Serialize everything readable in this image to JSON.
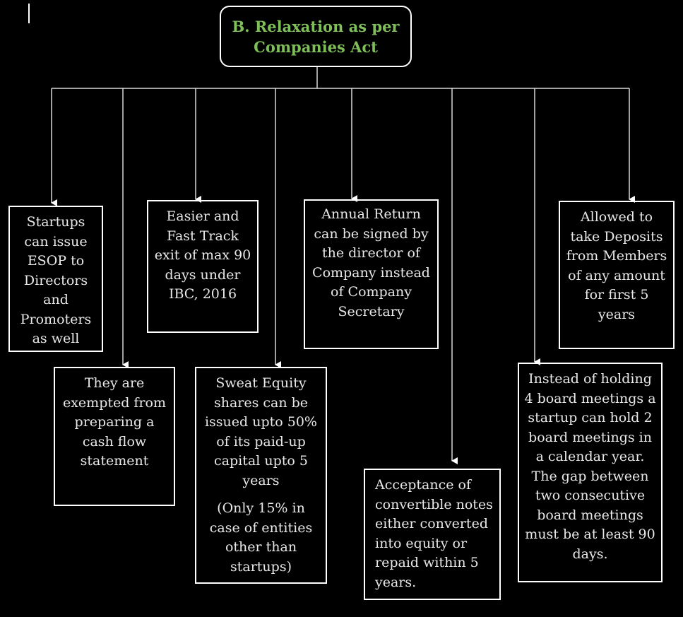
{
  "root": {
    "title": "B. Relaxation as per Companies Act"
  },
  "boxes": {
    "esop": "Startups can issue ESOP to Directors and Promoters as well",
    "cashflow": "They are exempted from preparing a cash flow statement",
    "exit": "Easier and Fast Track exit of max 90 days under IBC, 2016",
    "sweat": "Sweat Equity shares can be issued upto 50% of its paid-up capital upto 5 years",
    "sweat_note": "(Only 15% in case of entities other than startups)",
    "annual": "Annual Return can be signed by the director of Company instead of Company Secretary",
    "convertible": "Acceptance of convertible notes either converted into equity or repaid within 5 years.",
    "board": "Instead of holding 4 board meetings a startup can hold 2 board meetings in a calendar year. The gap between two consecutive board meetings must be at least 90 days.",
    "deposits": "Allowed to take Deposits from Members of any amount for first 5 years"
  },
  "colors": {
    "title": "#7fbf5a",
    "border": "#ffffff",
    "background": "#000000"
  }
}
